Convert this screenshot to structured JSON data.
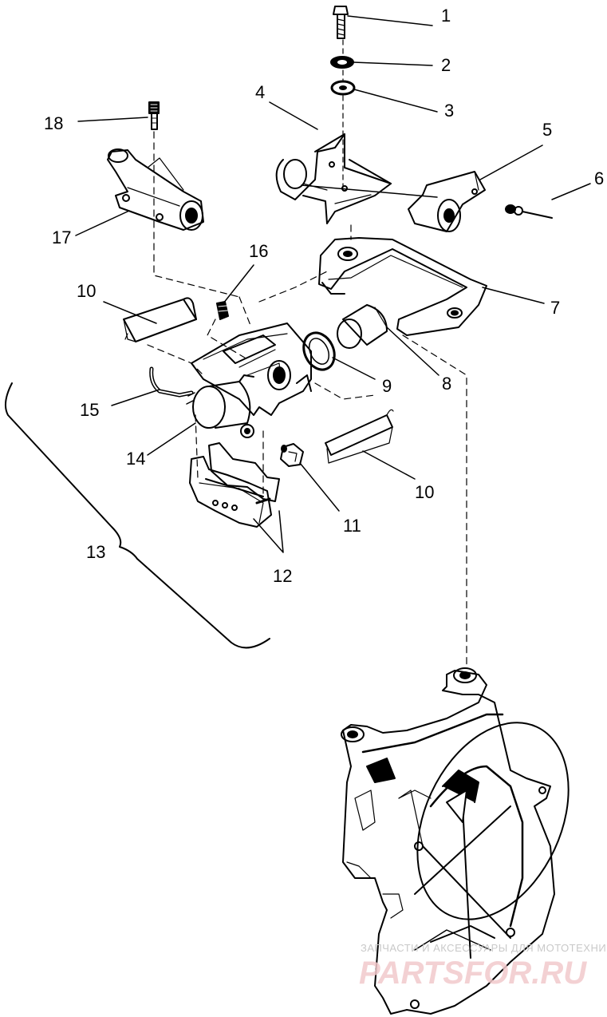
{
  "diagram": {
    "callouts": [
      "1",
      "2",
      "3",
      "4",
      "5",
      "6",
      "7",
      "8",
      "9",
      "10",
      "10",
      "11",
      "12",
      "13",
      "14",
      "15",
      "16",
      "17",
      "18"
    ]
  },
  "watermark": {
    "top_text": "ЗАПЧАСТИ И АКСЕССУАРЫ ДЛЯ МОТОТЕХНИКИ",
    "logo_text": "PARTSFOR.RU"
  },
  "colors": {
    "line": "#000000",
    "background": "#ffffff",
    "watermark_logo": "#e8a0a6",
    "watermark_text": "#c9c9c9"
  }
}
